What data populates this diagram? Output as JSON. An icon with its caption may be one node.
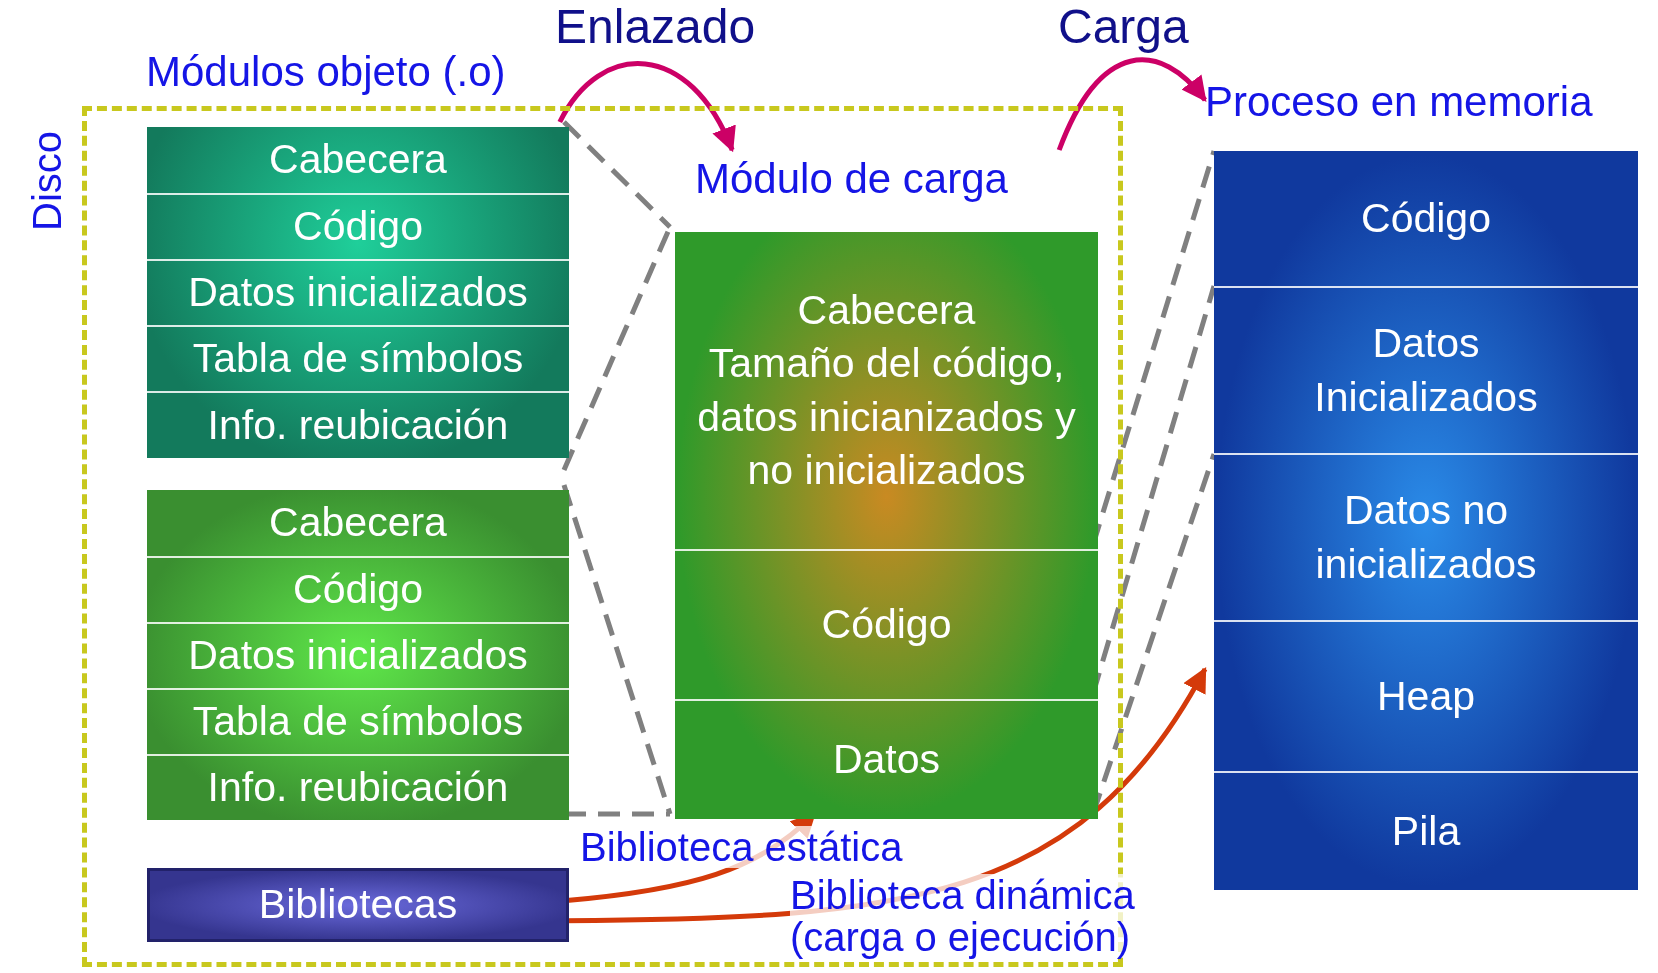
{
  "diagram": {
    "nodes": [
      {
        "text": [
          "Disco"
        ]
      },
      {
        "text": [
          "Cabecera",
          "Código",
          "Datos inicializados",
          "Tabla de símbolos",
          "Info. reubicación"
        ],
        "in": 0
      },
      {
        "text": [
          "Cabecera",
          "Código",
          "Datos inicializados",
          "Tabla de símbolos",
          "Info. reubicación"
        ],
        "in": 0
      },
      {
        "text": [
          "Bibliotecas"
        ],
        "in": 0
      },
      {
        "text": [
          "Módulo de carga",
          "Cabecera",
          "Tamaño del código, datos inicianizados y no inicializados",
          "Código",
          "Datos"
        ],
        "in": 0
      },
      {
        "text": [
          "Proceso en memoria",
          "Código",
          "Datos Inicializados",
          "Datos no inicializados",
          "Heap",
          "Pila"
        ]
      }
    ],
    "edges": [
      {
        "from": 1,
        "to": 4,
        "arrow": "to",
        "label": "Enlazado",
        "color": "#cc0066"
      },
      {
        "from": 4,
        "to": 5,
        "arrow": "to",
        "label": "Carga",
        "color": "#cc0066"
      },
      {
        "from": 3,
        "to": 4,
        "arrow": "to",
        "label": "Biblioteca estática",
        "color": "#d43a0a"
      },
      {
        "from": 3,
        "to": 5,
        "arrow": "to",
        "label": "Biblioteca dinámica (carga o ejecución)",
        "color": "#d43a0a"
      }
    ],
    "labels": [
      "Módulos objeto (.o)"
    ]
  }
}
